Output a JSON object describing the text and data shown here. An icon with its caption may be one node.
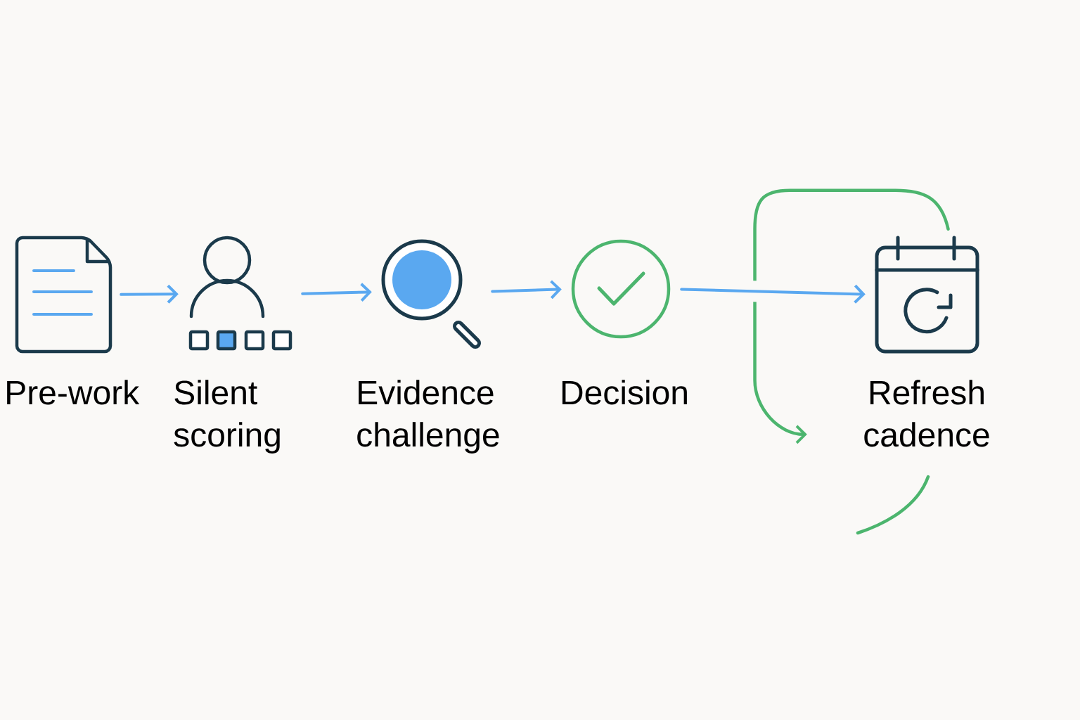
{
  "diagram": {
    "nodes": [
      {
        "text": [
          "Pre-work"
        ]
      },
      {
        "text": [
          "Silent scoring"
        ]
      },
      {
        "text": [
          "Evidence challenge"
        ]
      },
      {
        "text": [
          "Decision"
        ]
      },
      {
        "text": [
          "Refresh cadence"
        ]
      }
    ],
    "edges": [
      {
        "from": 0,
        "to": 1,
        "arrow": "to"
      },
      {
        "from": 1,
        "to": 2,
        "arrow": "to"
      },
      {
        "from": 2,
        "to": 3,
        "arrow": "to"
      },
      {
        "from": 3,
        "to": 4,
        "arrow": "to"
      },
      {
        "from": 4,
        "to": 4,
        "arrow": "to",
        "color": "#4cb56e"
      }
    ]
  }
}
